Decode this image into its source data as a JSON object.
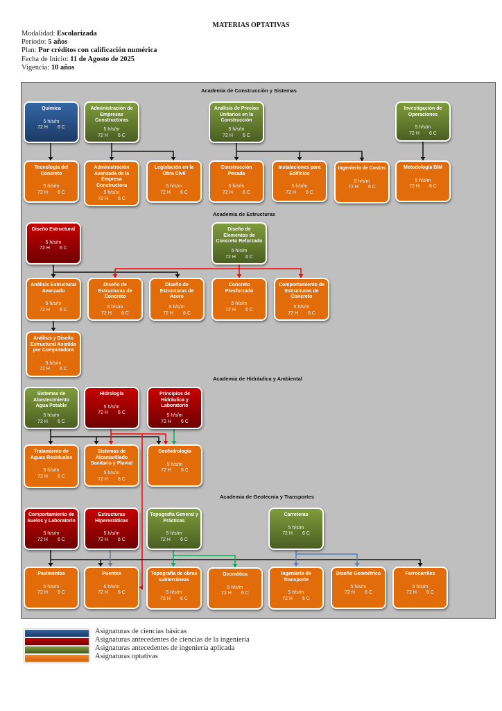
{
  "header": {
    "title": "MATERIAS OPTATIVAS",
    "fields": [
      {
        "label": "Modalidad: ",
        "value": "Escolarizada"
      },
      {
        "label": "Período: ",
        "value": "5 años"
      },
      {
        "label": "Plan: ",
        "value": "Por créditos con calificación numérica"
      },
      {
        "label": "Fecha de Inicio: ",
        "value": "11 de Agosto de 2025"
      },
      {
        "label": "Vigencia: ",
        "value": "10 años"
      }
    ]
  },
  "academies": [
    "Academia de Construcción y Sistemas",
    "Academia de Estructuras",
    "Academia de Hidráulica y Ambiental",
    "Academia de Geotecnia y Transportes"
  ],
  "colors": {
    "basic": "#2f5f9a",
    "eng": "#a00000",
    "applied": "#6a8632",
    "opt": "#e36c0a",
    "red_link": "#ff0000",
    "green_link": "#00b050",
    "blue_link": "#4f81bd",
    "gray_link": "#6a7f99"
  },
  "courses": [
    {
      "id": "quimica",
      "title": "Quimica",
      "hours": "5 h/s/m",
      "h": "72 H",
      "c": "6 C",
      "cat": "basic"
    },
    {
      "id": "admin",
      "title": "Administración de Empresas Constructoras",
      "hours": "5 h/s/m",
      "h": "72 H",
      "c": "6 C",
      "cat": "applied"
    },
    {
      "id": "apu",
      "title": "Análisis de Precios Unitarios en la Construcción",
      "hours": "5 h/s/m",
      "h": "72 H",
      "c": "6 C",
      "cat": "applied"
    },
    {
      "id": "io",
      "title": "Investigación de Operaciones",
      "hours": "5 h/s/m",
      "h": "72 H",
      "c": "6 C",
      "cat": "applied"
    },
    {
      "id": "tecconc",
      "title": "Tecnología del Concreto",
      "hours": "5 h/s/m",
      "h": "72 H",
      "c": "6 C",
      "cat": "opt"
    },
    {
      "id": "adminav",
      "title": "Administración Avanzada de la Empresa Constructora",
      "hours": "5 h/s/m",
      "h": "72 H",
      "c": "6 C",
      "cat": "opt"
    },
    {
      "id": "legis",
      "title": "Legislación en la Obra Civil",
      "hours": "5 h/s/m",
      "h": "72 H",
      "c": "6 C",
      "cat": "opt"
    },
    {
      "id": "constpes",
      "title": "Construcción Pesada",
      "hours": "5 h/s/m",
      "h": "72 H",
      "c": "6 C",
      "cat": "opt"
    },
    {
      "id": "instal",
      "title": "Instalaciones para Edificios",
      "hours": "5 h/s/m",
      "h": "72 H",
      "c": "6 C",
      "cat": "opt"
    },
    {
      "id": "costos",
      "title": "Ingeniería de Costos",
      "hours": "5 h/s/m",
      "h": "72 H",
      "c": "6 C",
      "cat": "opt"
    },
    {
      "id": "bim",
      "title": "Metodología BIM",
      "hours": "5 h/s/m",
      "h": "72 H",
      "c": "6 C",
      "cat": "opt"
    },
    {
      "id": "disest",
      "title": "Diseño Estructural",
      "hours": "5 h/s/m",
      "h": "72 H",
      "c": "6 C",
      "cat": "eng"
    },
    {
      "id": "decr",
      "title": "Diseño de Elementos de Concreto Reforzado",
      "hours": "5 h/s/m",
      "h": "72 H",
      "c": "6 C",
      "cat": "applied"
    },
    {
      "id": "aea",
      "title": "Análisis Estructural Avanzado",
      "hours": "5 h/s/m",
      "h": "72 H",
      "c": "6 C",
      "cat": "opt"
    },
    {
      "id": "dec",
      "title": "Diseño de Estructuras de Concreto",
      "hours": "5 h/s/m",
      "h": "72 H",
      "c": "6 C",
      "cat": "opt"
    },
    {
      "id": "dea",
      "title": "Diseño de Estructuras de Acero",
      "hours": "5 h/s/m",
      "h": "72 H",
      "c": "6 C",
      "cat": "opt"
    },
    {
      "id": "presf",
      "title": "Concreto Presforzado",
      "hours": "5 h/s/m",
      "h": "72 H",
      "c": "6 C",
      "cat": "opt"
    },
    {
      "id": "compconc",
      "title": "Comportamiento de Estructuras de Concreto",
      "hours": "5 h/s/m",
      "h": "72 H",
      "c": "6 C",
      "cat": "opt"
    },
    {
      "id": "adeac",
      "title": "Análisis y Diseño Estructural Asistido por Computadora",
      "hours": "5 h/s/m",
      "h": "72 H",
      "c": "6 C",
      "cat": "opt"
    },
    {
      "id": "saap",
      "title": "Sistemas de Abastecimiento Agua Potable",
      "hours": "5 h/s/m",
      "h": "72 H",
      "c": "6 C",
      "cat": "applied"
    },
    {
      "id": "hidro",
      "title": "Hidrología",
      "hours": "5 h/s/m",
      "h": "72 H",
      "c": "6 C",
      "cat": "eng"
    },
    {
      "id": "phl",
      "title": "Principios de Hidráulica y Laboratorio",
      "hours": "5 h/s/m",
      "h": "72 H",
      "c": "6 C",
      "cat": "eng"
    },
    {
      "id": "tar",
      "title": "Tratamiento de Aguas Residuales",
      "hours": "5 h/s/m",
      "h": "72 H",
      "c": "6 C",
      "cat": "opt"
    },
    {
      "id": "alc",
      "title": "Sistemas de Alcantarillado Sanitario y Pluvial",
      "hours": "5 h/s/m",
      "h": "72 H",
      "c": "6 C",
      "cat": "opt"
    },
    {
      "id": "geohid",
      "title": "Geohidrología",
      "hours": "5 h/s/m",
      "h": "72 H",
      "c": "6 C",
      "cat": "opt"
    },
    {
      "id": "suelos",
      "title": "Comportamiento de Suelos y Laboratorio",
      "hours": "5 h/s/m",
      "h": "72 H",
      "c": "6 C",
      "cat": "eng"
    },
    {
      "id": "hiper",
      "title": "Estructuras Hiperestáticas",
      "hours": "5 h/s/m",
      "h": "72 H",
      "c": "6 C",
      "cat": "eng"
    },
    {
      "id": "topo",
      "title": "Topografía General y Prácticas",
      "hours": "5 h/s/m",
      "h": "72 H",
      "c": "6 C",
      "cat": "applied"
    },
    {
      "id": "carr",
      "title": "Carreteras",
      "hours": "5 h/s/m",
      "h": "72 H",
      "c": "6 C",
      "cat": "applied"
    },
    {
      "id": "pav",
      "title": "Pavimentos",
      "hours": "5 h/s/m",
      "h": "72 H",
      "c": "6 C",
      "cat": "opt"
    },
    {
      "id": "puentes",
      "title": "Puentes",
      "hours": "5 h/s/m",
      "h": "72 H",
      "c": "6 C",
      "cat": "opt"
    },
    {
      "id": "toposub",
      "title": "Topografía de obras subterráneas",
      "hours": "5 h/s/m",
      "h": "72 H",
      "c": "6 C",
      "cat": "opt"
    },
    {
      "id": "geomat",
      "title": "Geomática",
      "hours": "5 h/s/m",
      "h": "72 H",
      "c": "6 C",
      "cat": "opt"
    },
    {
      "id": "transp",
      "title": "Ingeniería de Transporte",
      "hours": "5 h/s/m",
      "h": "72 H",
      "c": "6 C",
      "cat": "opt"
    },
    {
      "id": "geom",
      "title": "Diseño Geométrico",
      "hours": "5 h/s/m",
      "h": "72 H",
      "c": "6 C",
      "cat": "opt"
    },
    {
      "id": "ferro",
      "title": "Ferrocarriles",
      "hours": "5 h/s/m",
      "h": "72 H",
      "c": "6 C",
      "cat": "opt"
    }
  ],
  "legend": [
    {
      "cat": "basic",
      "label": "Asignaturas de ciencias básicas"
    },
    {
      "cat": "eng",
      "label": "Asignaturas antecedentes de ciencias de la ingeniería"
    },
    {
      "cat": "applied",
      "label": "Asignaturas antecedentes de ingeniería aplicada"
    },
    {
      "cat": "opt",
      "label": "Asignaturas optativas"
    }
  ]
}
